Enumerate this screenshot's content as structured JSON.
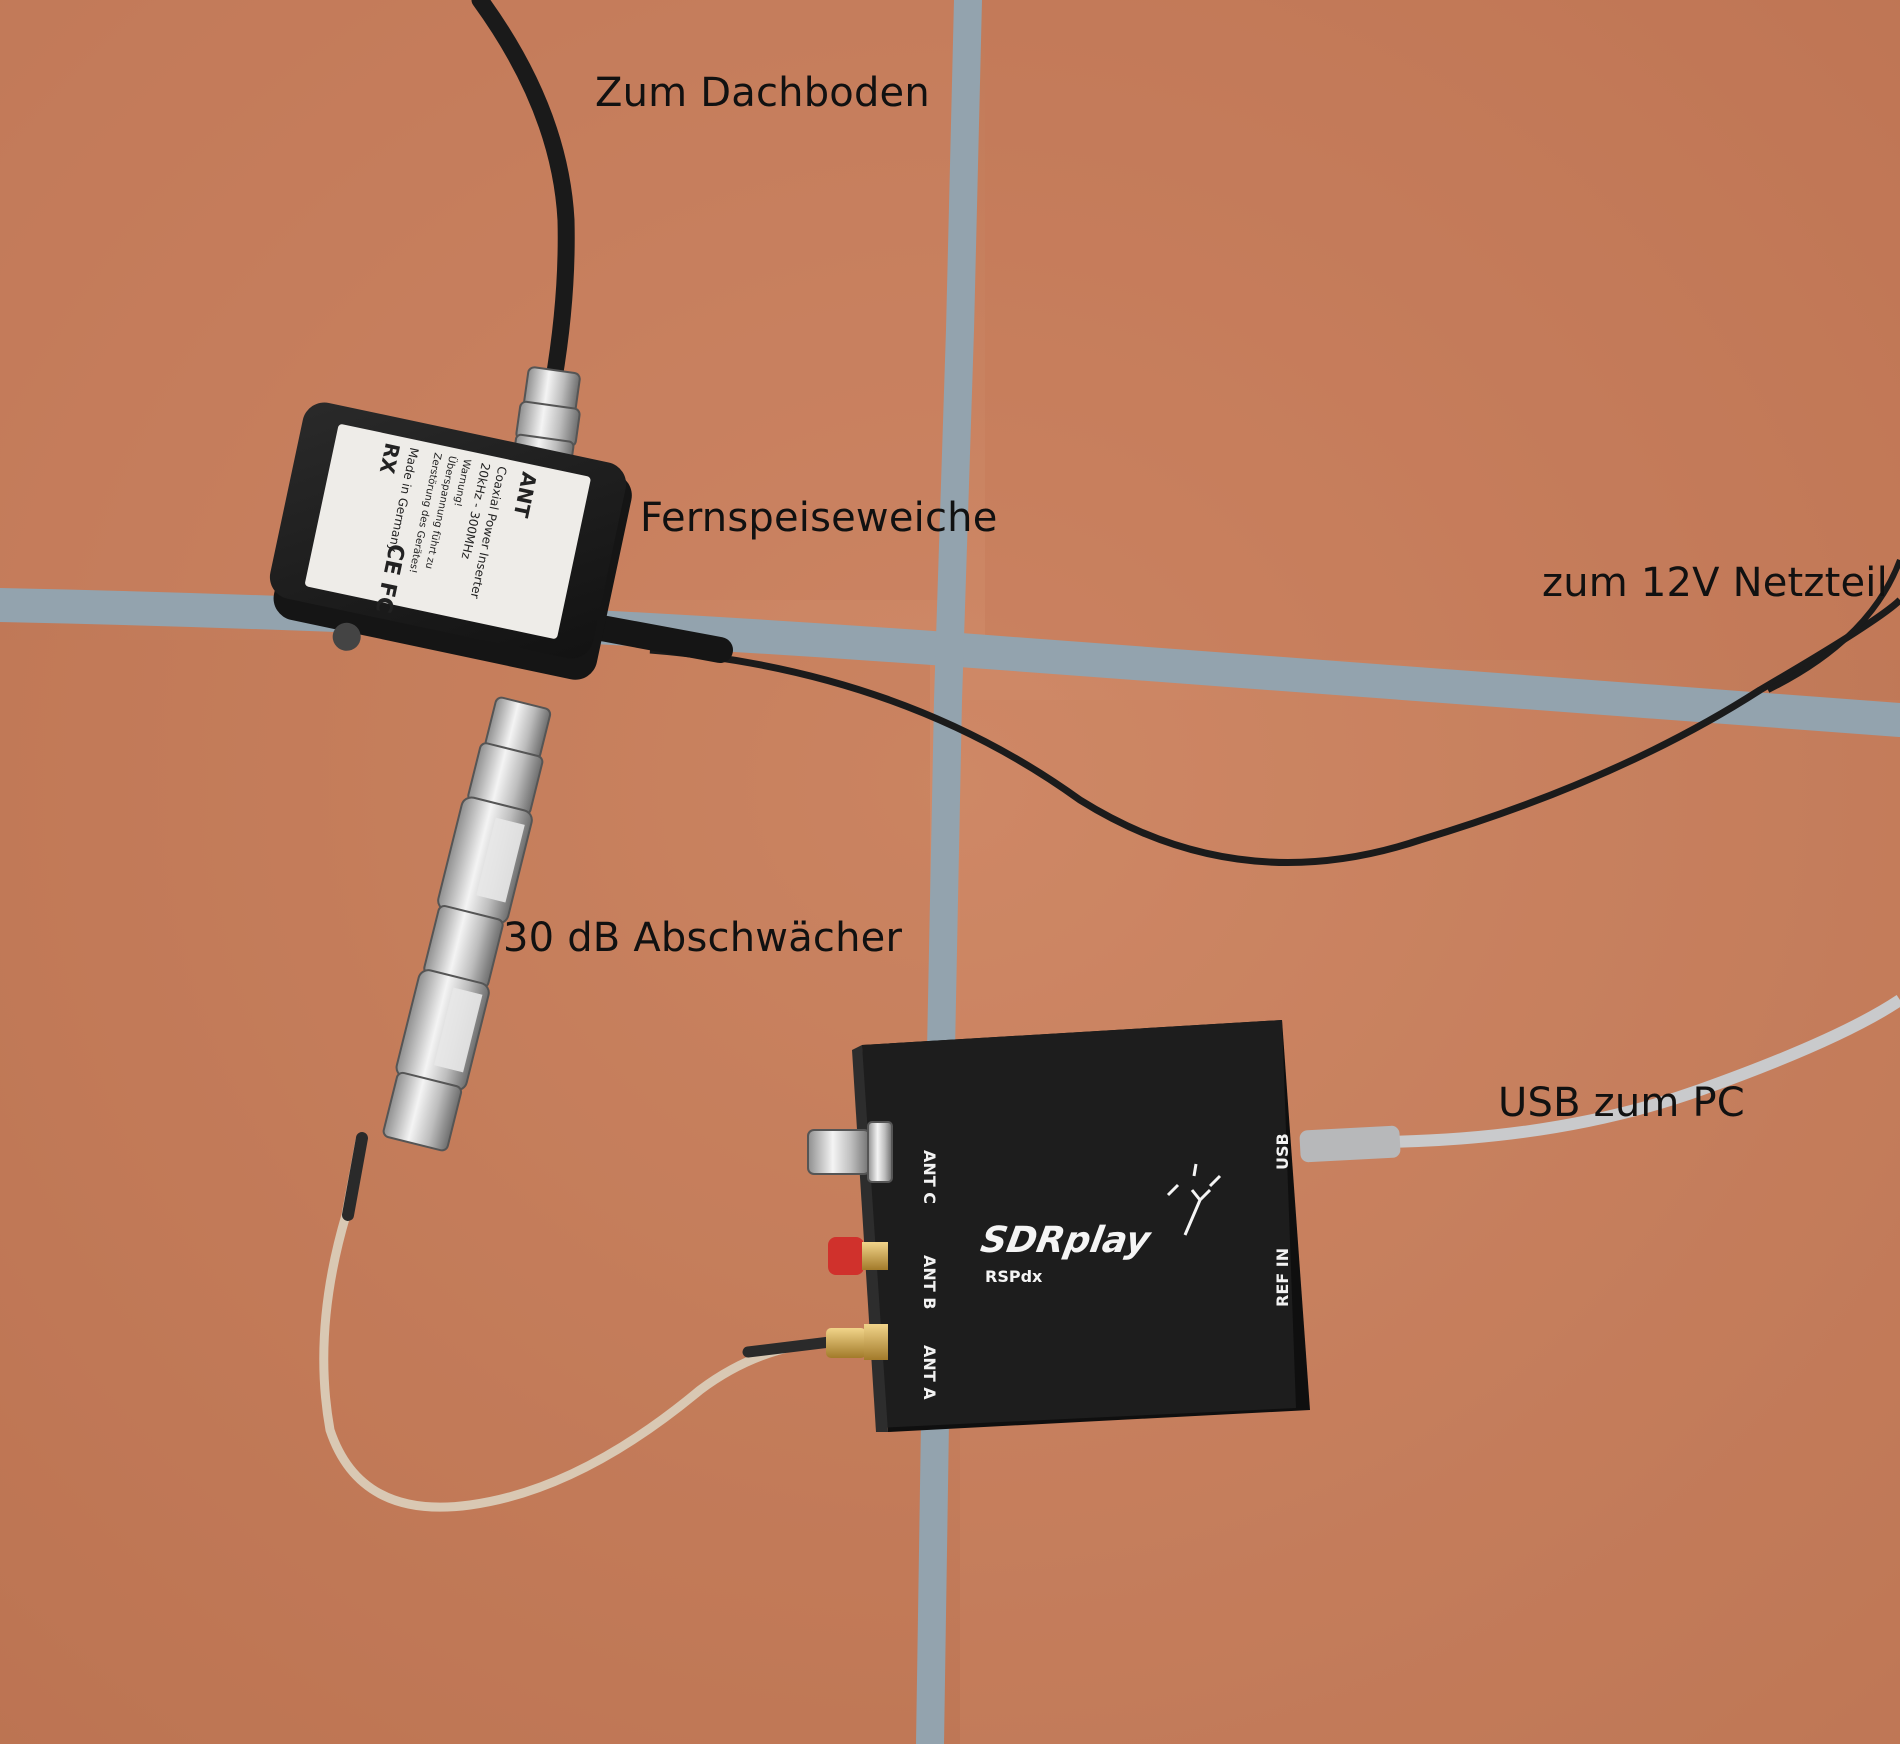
{
  "annotations": {
    "attic": "Zum Dachboden",
    "power_inserter": "Fernspeiseweiche",
    "power_supply": "zum 12V Netzteil",
    "attenuator": "30 dB Abschwächer",
    "usb": "USB zum PC"
  },
  "inserter_label": {
    "ant": "ANT",
    "rx": "RX",
    "line1": "Coaxial Power Inserter",
    "line2": "20kHz - 300MHz",
    "line3": "Warnung!",
    "line4": "Überspannung führt zu",
    "line5": "Zerstörung des Gerätes!",
    "line6": "Made in Germany"
  },
  "receiver": {
    "brand": "SDRplay",
    "model": "RSPdx",
    "port_ant_c": "ANT C",
    "port_ant_b": "ANT B",
    "port_ant_a": "ANT A",
    "port_usb": "USB",
    "port_ref_in": "REF IN"
  },
  "colors": {
    "tile": "#c77e5d",
    "grout": "#8fa0ac",
    "device": "#1c1c1c",
    "coax": "#e5d5c3",
    "usb_cable": "#c9cacc"
  }
}
